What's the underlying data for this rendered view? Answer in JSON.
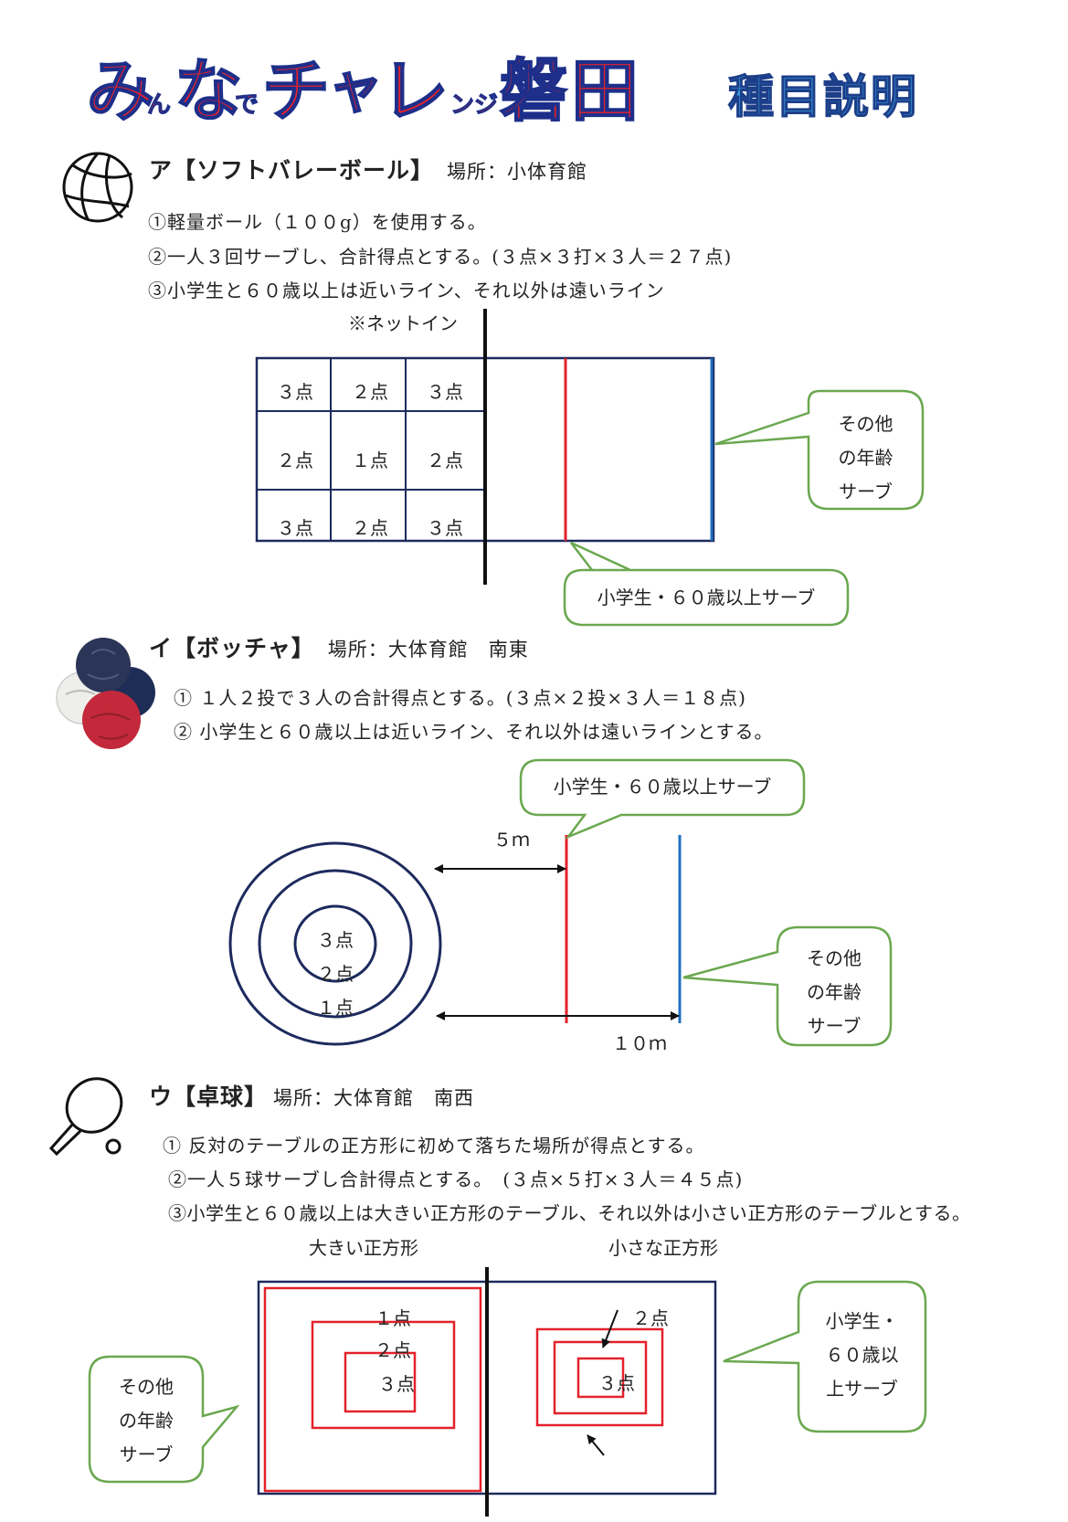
{
  "title": {
    "chars": [
      "み",
      "ん",
      "な",
      "で",
      "チ",
      "ャ",
      "レ",
      "ン",
      "ジ",
      "磐",
      "田"
    ],
    "subtitle": "種目説明"
  },
  "colors": {
    "red": "#e3222b",
    "blue": "#1f6fc0",
    "navy": "#1d2a5e",
    "green": "#6aa84f",
    "black": "#111111"
  },
  "volleyball": {
    "heading": "ア【ソフトバレーボール】",
    "location": "場所：小体育館",
    "rules": [
      "①軽量ボール（１００g）を使用する。",
      "②一人３回サーブし、合計得点とする。(３点×３打×３人＝２７点)",
      "③小学生と６０歳以上は近いライン、それ以外は遠いライン"
    ],
    "net_label": "※ネットイン",
    "grid": [
      [
        "３点",
        "２点",
        "３点"
      ],
      [
        "２点",
        "１点",
        "２点"
      ],
      [
        "３点",
        "２点",
        "３点"
      ]
    ],
    "bubble_far": [
      "その他",
      "の年齢",
      "サーブ"
    ],
    "bubble_near": "小学生・６０歳以上サーブ"
  },
  "bocce": {
    "heading": "イ【ボッチャ】",
    "location": "場所：大体育館　南東",
    "rules": [
      "①  １人２投で３人の合計得点とする。(３点×２投×３人＝１８点)",
      "②  小学生と６０歳以上は近いライン、それ以外は遠いラインとする。"
    ],
    "bubble_near": "小学生・６０歳以上サーブ",
    "dist_near": "５ｍ",
    "dist_far": "１０ｍ",
    "ring_labels": [
      "３点",
      "２点",
      "１点"
    ],
    "bubble_far": [
      "その他",
      "の年齢",
      "サーブ"
    ]
  },
  "pingpong": {
    "heading": "ウ【卓球】",
    "location": "場所：大体育館　南西",
    "rules": [
      "①  反対のテーブルの正方形に初めて落ちた場所が得点とする。",
      "②一人５球サーブし合計得点とする。　(３点×５打×３人＝４５点)",
      "③小学生と６０歳以上は大きい正方形のテーブル、それ以外は小さい正方形のテーブルとする。"
    ],
    "large_label": "大きい正方形",
    "small_label": "小さな正方形",
    "large_points": [
      "１点",
      "２点",
      "３点"
    ],
    "small_points": [
      "２点",
      "３点"
    ],
    "bubble_left": [
      "その他",
      "の年齢",
      "サーブ"
    ],
    "bubble_right": [
      "小学生・",
      "６０歳以",
      "上サーブ"
    ]
  }
}
